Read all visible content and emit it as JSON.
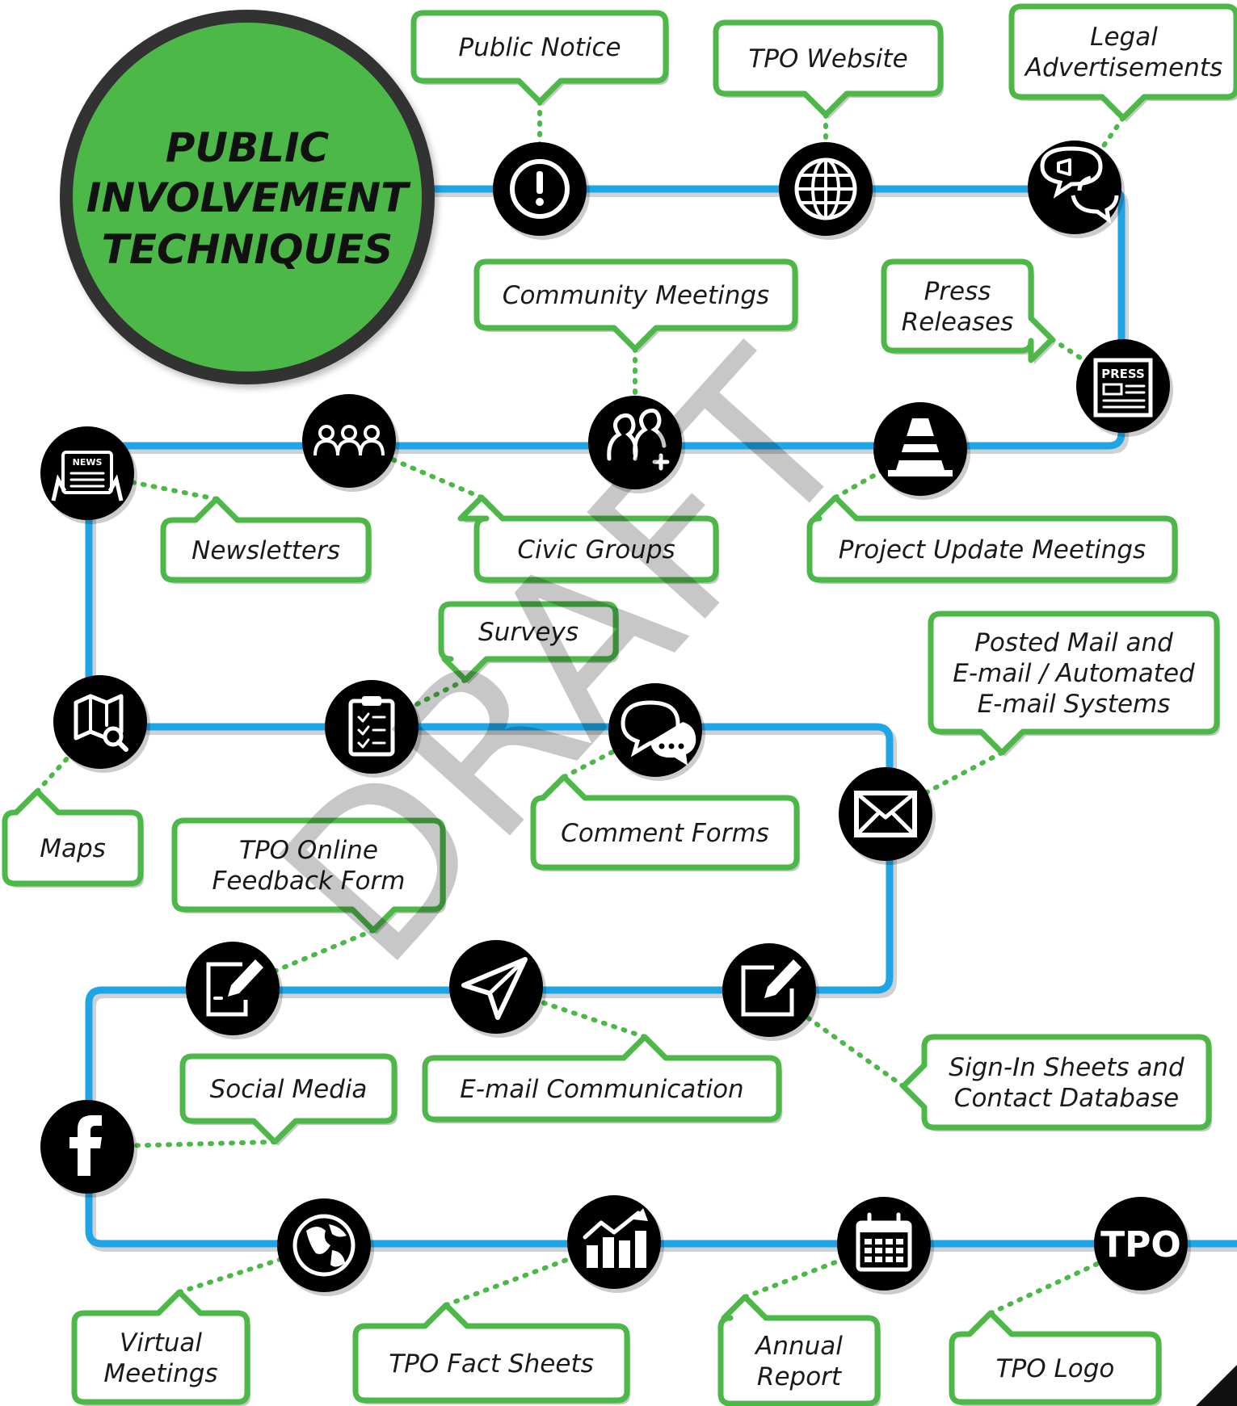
{
  "title": {
    "lines": [
      "PUBLIC",
      "INVOLVEMENT",
      "TECHNIQUES"
    ]
  },
  "watermark": "DRAFT",
  "colors": {
    "route": "#1ea5e6",
    "callout_border": "#4cb848",
    "title_fill": "#4cb848",
    "node": "#000000",
    "dots": "#4cb848"
  },
  "techniques": [
    {
      "id": "public-notice",
      "icon": "alert-icon",
      "lines": [
        "Public Notice"
      ]
    },
    {
      "id": "tpo-website",
      "icon": "globe-icon",
      "lines": [
        "TPO Website"
      ]
    },
    {
      "id": "legal-advertisements",
      "icon": "megaphone-chat-icon",
      "lines": [
        "Legal",
        "Advertisements"
      ]
    },
    {
      "id": "press-releases",
      "icon": "press-icon",
      "icon_text": "PRESS",
      "lines": [
        "Press",
        "Releases"
      ]
    },
    {
      "id": "project-update-meetings",
      "icon": "traffic-cone-icon",
      "lines": [
        "Project Update Meetings"
      ]
    },
    {
      "id": "community-meetings",
      "icon": "people-add-icon",
      "lines": [
        "Community Meetings"
      ]
    },
    {
      "id": "civic-groups",
      "icon": "group-icon",
      "lines": [
        "Civic Groups"
      ]
    },
    {
      "id": "newsletters",
      "icon": "newsletter-icon",
      "icon_text": "NEWS",
      "lines": [
        "Newsletters"
      ]
    },
    {
      "id": "maps",
      "icon": "map-search-icon",
      "lines": [
        "Maps"
      ]
    },
    {
      "id": "surveys",
      "icon": "clipboard-check-icon",
      "lines": [
        "Surveys"
      ]
    },
    {
      "id": "comment-forms",
      "icon": "chat-bubbles-icon",
      "lines": [
        "Comment Forms"
      ]
    },
    {
      "id": "posted-mail",
      "icon": "envelope-icon",
      "lines": [
        "Posted Mail and",
        "E-mail / Automated",
        "E-mail Systems"
      ]
    },
    {
      "id": "sign-in-sheets",
      "icon": "edit-pen-icon",
      "lines": [
        "Sign-In Sheets and",
        "Contact Database"
      ]
    },
    {
      "id": "email-communication",
      "icon": "paper-plane-icon",
      "lines": [
        "E-mail Communication"
      ]
    },
    {
      "id": "tpo-online-feedback",
      "icon": "sign-form-icon",
      "lines": [
        "TPO Online",
        "Feedback Form"
      ]
    },
    {
      "id": "social-media",
      "icon": "facebook-icon",
      "lines": [
        "Social Media"
      ]
    },
    {
      "id": "virtual-meetings",
      "icon": "earth-icon",
      "lines": [
        "Virtual",
        "Meetings"
      ]
    },
    {
      "id": "tpo-fact-sheets",
      "icon": "growth-chart-icon",
      "lines": [
        "TPO Fact Sheets"
      ]
    },
    {
      "id": "annual-report",
      "icon": "calendar-icon",
      "lines": [
        "Annual",
        "Report"
      ]
    },
    {
      "id": "tpo-logo",
      "icon": "tpo-logo-icon",
      "icon_text": "TPO",
      "lines": [
        "TPO Logo"
      ]
    }
  ]
}
